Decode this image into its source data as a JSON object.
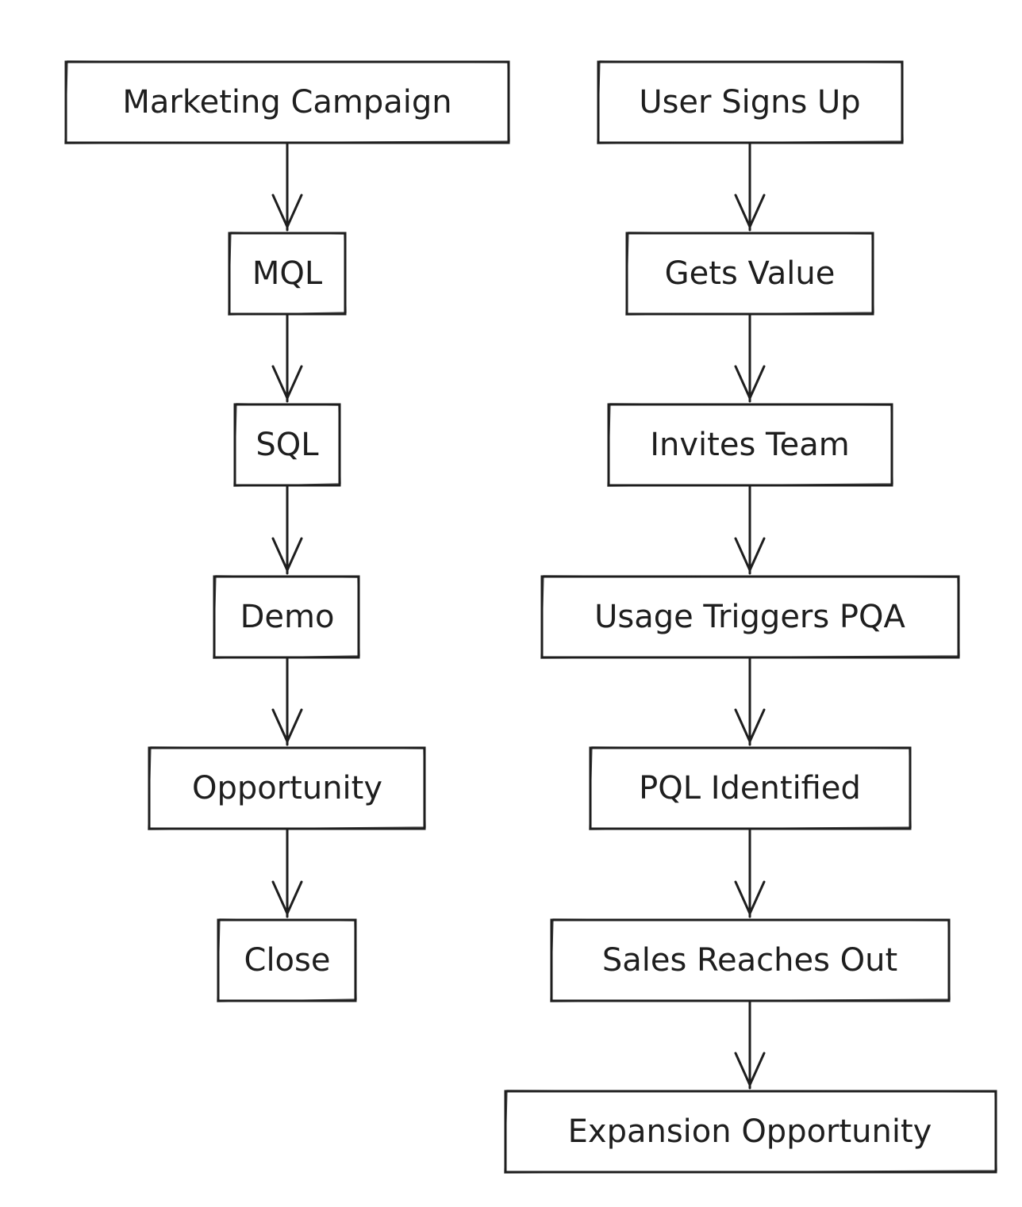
{
  "diagram": {
    "flows": [
      {
        "id": "sales-led",
        "steps": [
          "Marketing Campaign",
          "MQL",
          "SQL",
          "Demo",
          "Opportunity",
          "Close"
        ]
      },
      {
        "id": "product-led",
        "steps": [
          "User Signs Up",
          "Gets Value",
          "Invites Team",
          "Usage Triggers PQA",
          "PQL Identified",
          "Sales Reaches Out",
          "Expansion Opportunity"
        ]
      }
    ],
    "colors": {
      "stroke": "#1e1e1e",
      "background": "#ffffff"
    }
  }
}
